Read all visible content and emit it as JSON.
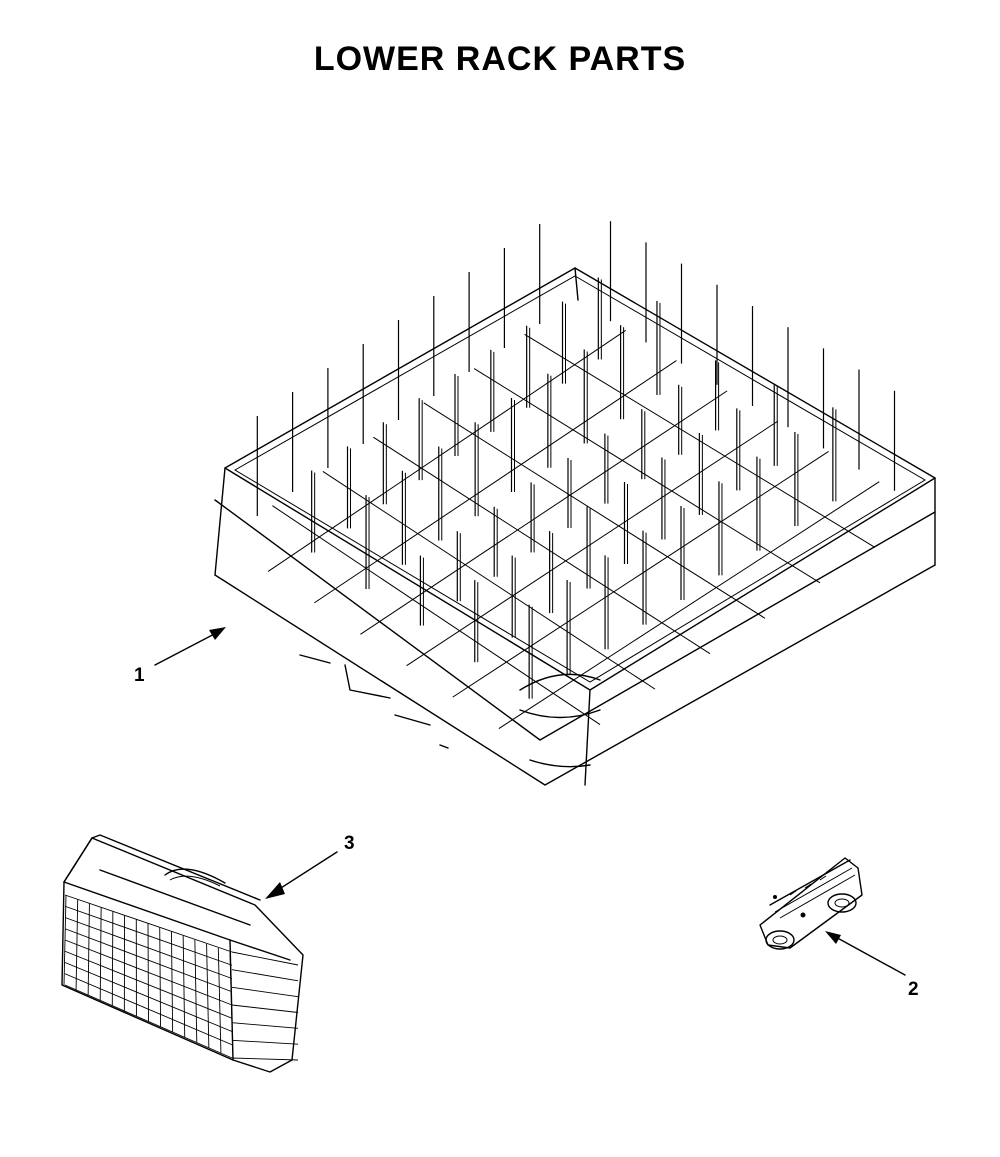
{
  "title": "LOWER RACK PARTS",
  "callouts": {
    "rack": "1",
    "wheel": "2",
    "basket": "3"
  },
  "parts": [
    {
      "callout": "1",
      "icon": "lower-rack-icon"
    },
    {
      "callout": "2",
      "icon": "rack-wheel-assembly-icon"
    },
    {
      "callout": "3",
      "icon": "silverware-basket-icon"
    }
  ]
}
